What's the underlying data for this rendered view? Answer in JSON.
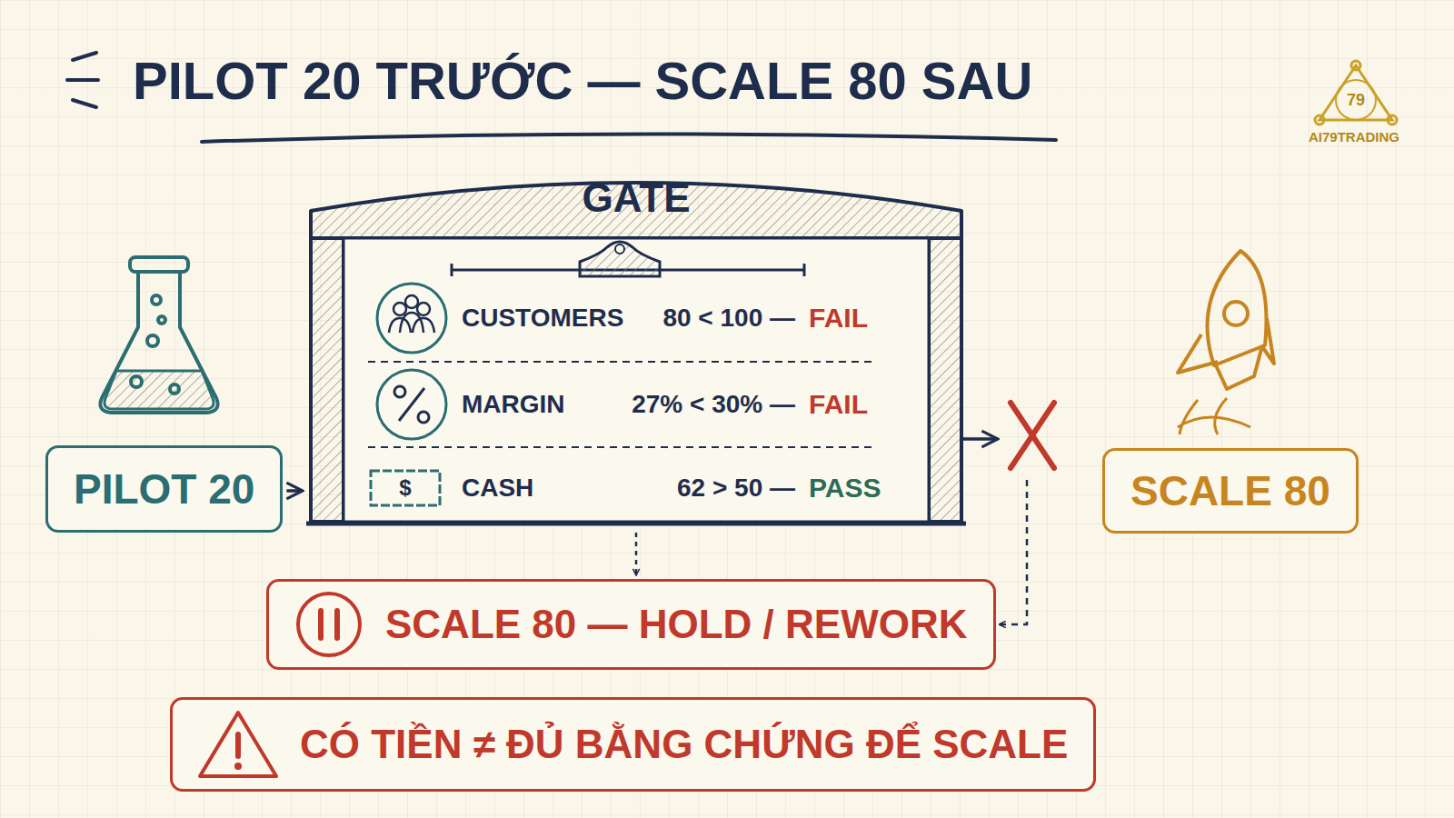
{
  "diagram": {
    "title": "PILOT 20 TRƯỚC — SCALE 80 SAU",
    "nodes": [
      {
        "text": [
          "PILOT 20"
        ]
      },
      {
        "text": [
          "GATE"
        ]
      },
      {
        "text": [
          "SCALE 80"
        ]
      },
      {
        "text": [
          "SCALE 80 — HOLD / REWORK"
        ]
      },
      {
        "text": [
          "CÓ TIỀN ≠ ĐỦ BẰNG CHỨNG ĐỂ SCALE"
        ]
      }
    ],
    "edges": [
      {
        "from": 0,
        "to": 1,
        "arrow": "to"
      },
      {
        "from": 1,
        "to": 3,
        "arrow": "to"
      },
      {
        "from": 1,
        "to": 3,
        "arrow": "to"
      }
    ],
    "labels": [
      "CUSTOMERS",
      "80 < 100 —",
      "FAIL",
      "MARGIN",
      "27% < 30% —",
      "FAIL",
      "CASH",
      "62 > 50 —",
      "PASS",
      "$",
      "79",
      "AI79TRADING"
    ]
  }
}
